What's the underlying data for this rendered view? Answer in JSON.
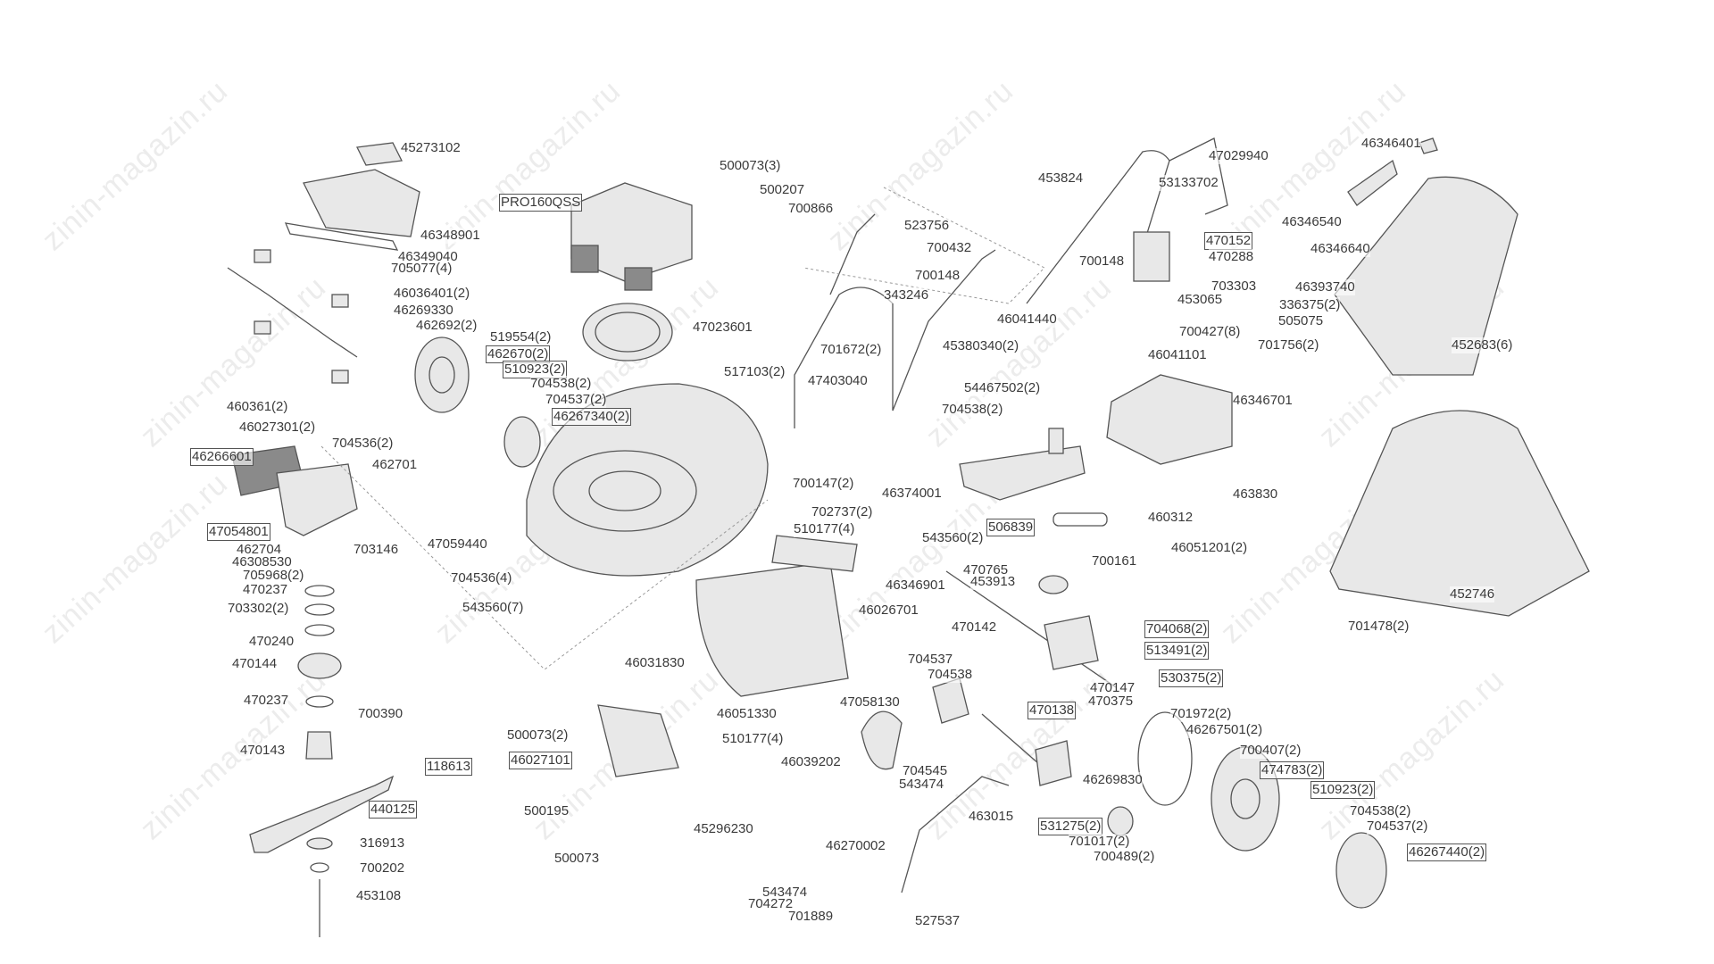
{
  "watermark": "zinin-magazin.ru",
  "labels": [
    {
      "text": "45273102"
    },
    {
      "text": "46348901"
    },
    {
      "text": "46349040"
    },
    {
      "text": "705077(4)"
    },
    {
      "text": "46036401(2)"
    },
    {
      "text": "46269330"
    },
    {
      "text": "462692(2)"
    },
    {
      "text": "519554(2)"
    },
    {
      "text": "462670(2)",
      "boxed": true
    },
    {
      "text": "510923(2)",
      "boxed": true
    },
    {
      "text": "704538(2)"
    },
    {
      "text": "704537(2)"
    },
    {
      "text": "46267340(2)",
      "boxed": true
    },
    {
      "text": "460361(2)"
    },
    {
      "text": "46027301(2)"
    },
    {
      "text": "704536(2)"
    },
    {
      "text": "46266601",
      "boxed": true
    },
    {
      "text": "462701"
    },
    {
      "text": "47054801",
      "boxed": true
    },
    {
      "text": "462704"
    },
    {
      "text": "46308530"
    },
    {
      "text": "703146"
    },
    {
      "text": "705968(2)"
    },
    {
      "text": "470237"
    },
    {
      "text": "703302(2)"
    },
    {
      "text": "470240"
    },
    {
      "text": "470144"
    },
    {
      "text": "470237"
    },
    {
      "text": "700390"
    },
    {
      "text": "470143"
    },
    {
      "text": "118613",
      "boxed": true
    },
    {
      "text": "440125",
      "boxed": true
    },
    {
      "text": "316913"
    },
    {
      "text": "700202"
    },
    {
      "text": "453108"
    },
    {
      "text": "PRO160QSS",
      "boxed": true
    },
    {
      "text": "500073(3)"
    },
    {
      "text": "500207"
    },
    {
      "text": "47023601"
    },
    {
      "text": "517103(2)"
    },
    {
      "text": "47059440"
    },
    {
      "text": "704536(4)"
    },
    {
      "text": "543560(7)"
    },
    {
      "text": "700147(2)"
    },
    {
      "text": "702737(2)"
    },
    {
      "text": "510177(4)"
    },
    {
      "text": "543560(2)"
    },
    {
      "text": "46346901"
    },
    {
      "text": "46026701"
    },
    {
      "text": "46031830"
    },
    {
      "text": "46051330"
    },
    {
      "text": "510177(4)"
    },
    {
      "text": "46039202"
    },
    {
      "text": "47058130"
    },
    {
      "text": "704537"
    },
    {
      "text": "704538"
    },
    {
      "text": "500073(2)"
    },
    {
      "text": "46027101",
      "boxed": true
    },
    {
      "text": "500195"
    },
    {
      "text": "45296230"
    },
    {
      "text": "500073"
    },
    {
      "text": "700866"
    },
    {
      "text": "523756"
    },
    {
      "text": "700432"
    },
    {
      "text": "700148"
    },
    {
      "text": "343246"
    },
    {
      "text": "701672(2)"
    },
    {
      "text": "47403040"
    },
    {
      "text": "45380340(2)"
    },
    {
      "text": "54467502(2)"
    },
    {
      "text": "704538(2)"
    },
    {
      "text": "46374001"
    },
    {
      "text": "506839",
      "boxed": true
    },
    {
      "text": "47029940"
    },
    {
      "text": "453824"
    },
    {
      "text": "53133702"
    },
    {
      "text": "470152",
      "boxed": true
    },
    {
      "text": "470288"
    },
    {
      "text": "700148"
    },
    {
      "text": "703303"
    },
    {
      "text": "453065"
    },
    {
      "text": "46041440"
    },
    {
      "text": "700427(8)"
    },
    {
      "text": "46041101"
    },
    {
      "text": "46346701"
    },
    {
      "text": "463830"
    },
    {
      "text": "460312"
    },
    {
      "text": "46051201(2)"
    },
    {
      "text": "700161"
    },
    {
      "text": "46346401"
    },
    {
      "text": "46346540"
    },
    {
      "text": "46346640"
    },
    {
      "text": "46393740"
    },
    {
      "text": "336375(2)"
    },
    {
      "text": "505075"
    },
    {
      "text": "701756(2)"
    },
    {
      "text": "452683(6)"
    },
    {
      "text": "452746"
    },
    {
      "text": "701478(2)"
    },
    {
      "text": "470765"
    },
    {
      "text": "453913"
    },
    {
      "text": "470142"
    },
    {
      "text": "704068(2)",
      "boxed": true
    },
    {
      "text": "513491(2)",
      "boxed": true
    },
    {
      "text": "530375(2)",
      "boxed": true
    },
    {
      "text": "470147"
    },
    {
      "text": "470375"
    },
    {
      "text": "470138",
      "boxed": true
    },
    {
      "text": "701972(2)"
    },
    {
      "text": "46267501(2)"
    },
    {
      "text": "700407(2)"
    },
    {
      "text": "474783(2)",
      "boxed": true
    },
    {
      "text": "46269830"
    },
    {
      "text": "510923(2)",
      "boxed": true
    },
    {
      "text": "704538(2)"
    },
    {
      "text": "704537(2)"
    },
    {
      "text": "46267440(2)",
      "boxed": true
    },
    {
      "text": "531275(2)",
      "boxed": true
    },
    {
      "text": "701017(2)"
    },
    {
      "text": "700489(2)"
    },
    {
      "text": "463015"
    },
    {
      "text": "704545"
    },
    {
      "text": "543474"
    },
    {
      "text": "46270002"
    },
    {
      "text": "543474"
    },
    {
      "text": "704272"
    },
    {
      "text": "701889"
    },
    {
      "text": "527537"
    }
  ]
}
